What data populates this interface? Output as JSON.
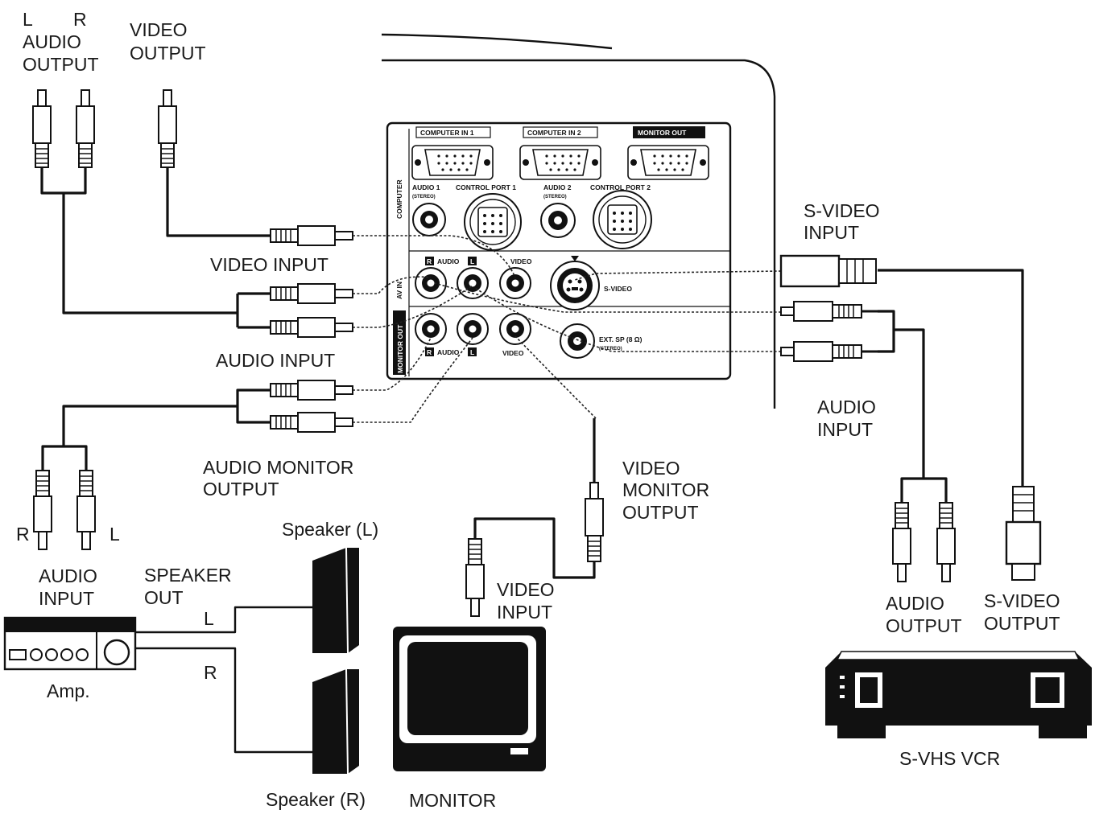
{
  "labels": {
    "l": "L",
    "r": "R",
    "audio_output_src": "AUDIO",
    "audio_output_src2": "OUTPUT",
    "video_output_src": "VIDEO",
    "video_output_src2": "OUTPUT",
    "video_input": "VIDEO INPUT",
    "audio_input": "AUDIO INPUT",
    "audio_monitor_output_1": "AUDIO MONITOR",
    "audio_monitor_output_2": "OUTPUT",
    "svideo_input_1": "S-VIDEO",
    "svideo_input_2": "INPUT",
    "audio_input_vcr_1": "AUDIO",
    "audio_input_vcr_2": "INPUT",
    "video_monitor_output_1": "VIDEO",
    "video_monitor_output_2": "MONITOR",
    "video_monitor_output_3": "OUTPUT",
    "speaker_l": "Speaker (L)",
    "speaker_r": "Speaker (R)",
    "amp_audio_input_1": "AUDIO",
    "amp_audio_input_2": "INPUT",
    "speaker_out_1": "SPEAKER",
    "speaker_out_2": "OUT",
    "amp": "Amp.",
    "r_lower": "R",
    "l_lower": "L",
    "spk_l": "L",
    "spk_r": "R",
    "monitor_video_input_1": "VIDEO",
    "monitor_video_input_2": "INPUT",
    "monitor": "MONITOR",
    "vcr_audio_output_1": "AUDIO",
    "vcr_audio_output_2": "OUTPUT",
    "vcr_svideo_output_1": "S-VIDEO",
    "vcr_svideo_output_2": "OUTPUT",
    "vcr": "S-VHS VCR"
  },
  "panel": {
    "computer_in_1": "COMPUTER IN 1",
    "computer_in_2": "COMPUTER IN 2",
    "monitor_out": "MONITOR OUT",
    "audio_1": "AUDIO 1",
    "audio_1_sub": "(STEREO)",
    "control_port_1": "CONTROL PORT 1",
    "audio_2": "AUDIO 2",
    "audio_2_sub": "(STEREO)",
    "control_port_2": "CONTROL PORT 2",
    "computer_side": "COMPUTER",
    "av_in_side": "AV IN",
    "monitor_out_side": "MONITOR OUT",
    "r_tag": "R",
    "l_tag": "L",
    "audio": "AUDIO",
    "video": "VIDEO",
    "svideo": "S-VIDEO",
    "ext_sp": "EXT. SP (8 Ω)",
    "ext_sp_sub": "(STEREO)",
    "mon_audio": "AUDIO",
    "mon_video": "VIDEO"
  }
}
